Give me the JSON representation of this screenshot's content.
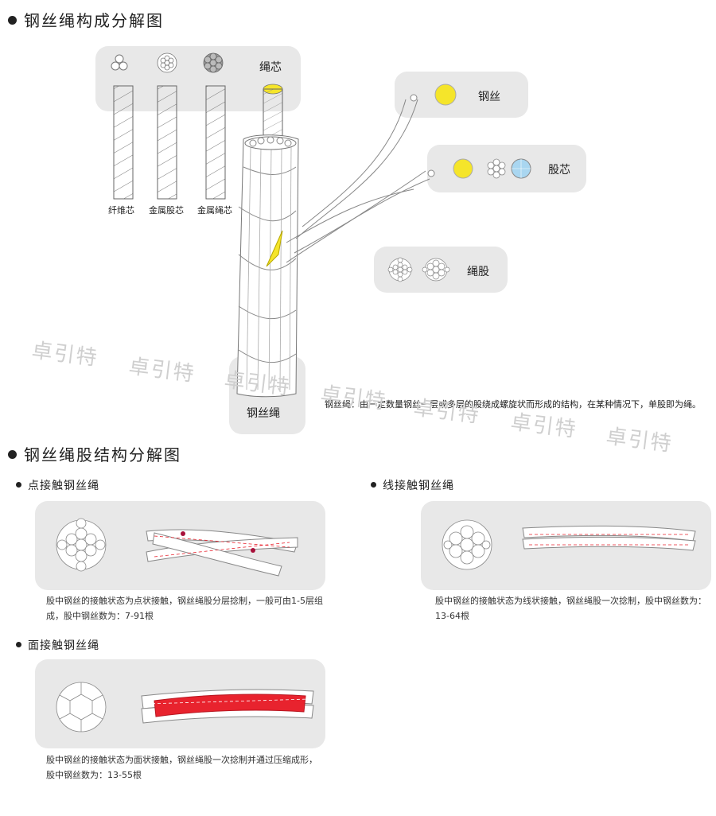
{
  "section1": {
    "title": "钢丝绳构成分解图",
    "core_panel_label": "绳芯",
    "core_types": [
      "纤维芯",
      "金属股芯",
      "金属绳芯"
    ],
    "wire_label": "钢丝",
    "strand_core_label": "股芯",
    "strand_label": "绳股",
    "rope_label": "钢丝绳",
    "definition": "钢丝绳：由一定数量钢丝一层或多层的股绕成螺旋状而形成的结构，在某种情况下，单股即为绳。"
  },
  "watermark": "卓引特",
  "section2": {
    "title": "钢丝绳股结构分解图",
    "point": {
      "title": "点接触钢丝绳",
      "desc": "股中钢丝的接触状态为点状接触，钢丝绳股分层捻制，一般可由1-5层组成，股中钢丝数为：7-91根"
    },
    "line": {
      "title": "线接触钢丝绳",
      "desc": "股中钢丝的接触状态为线状接触，钢丝绳股一次捻制，股中钢丝数为：13-64根"
    },
    "surface": {
      "title": "面接触钢丝绳",
      "desc": "股中钢丝的接触状态为面状接触，钢丝绳股一次捻制并通过压缩成形，股中钢丝数为：13-55根"
    }
  },
  "colors": {
    "wire_yellow": "#f5e52a",
    "strand_core_blue": "#a9d6f0",
    "contact_red": "#e8232e",
    "panel_gray": "#e8e8e8"
  }
}
